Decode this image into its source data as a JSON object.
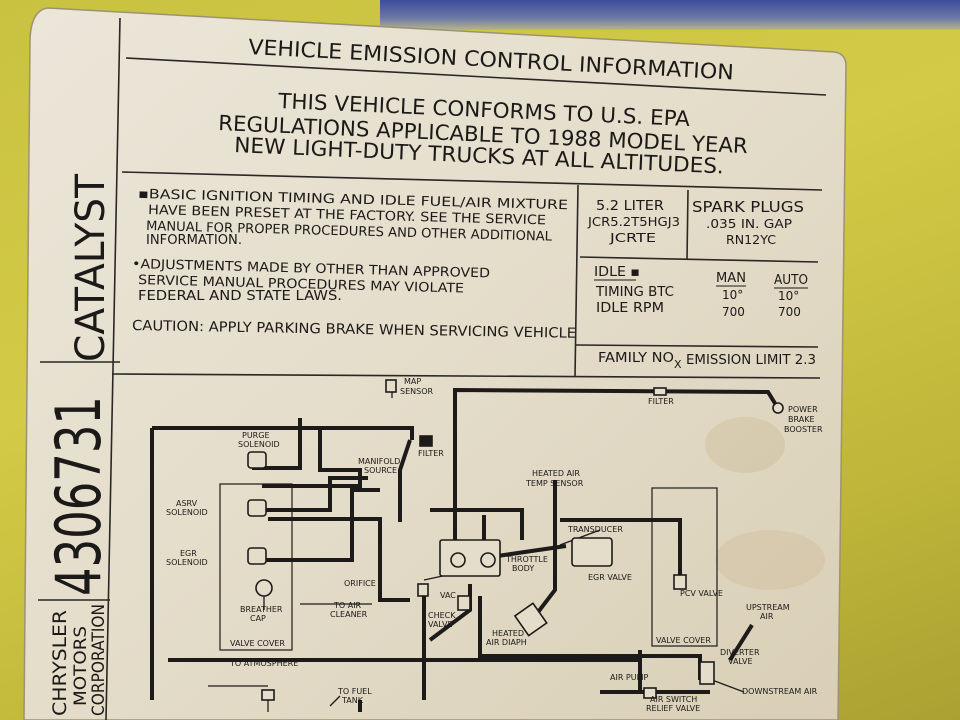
{
  "header": {
    "title": "VEHICLE EMISSION CONTROL INFORMATION",
    "conform_line1": "THIS VEHICLE CONFORMS TO U.S. EPA",
    "conform_line2": "REGULATIONS APPLICABLE TO 1988 MODEL YEAR",
    "conform_line3": "NEW LIGHT-DUTY TRUCKS AT ALL ALTITUDES."
  },
  "side": {
    "catalyst": "CATALYST",
    "part_number": "4306731",
    "maker1": "CHRYSLER",
    "maker2": "MOTORS",
    "maker3": "CORPORATION"
  },
  "notes": {
    "n1_l1": "▪BASIC IGNITION TIMING AND IDLE FUEL/AIR MIXTURE",
    "n1_l2": "HAVE BEEN PRESET AT THE FACTORY. SEE THE SERVICE",
    "n1_l3": "MANUAL FOR PROPER PROCEDURES AND OTHER ADDITIONAL",
    "n1_l4": "INFORMATION.",
    "n2_l1": "•ADJUSTMENTS MADE BY OTHER THAN APPROVED",
    "n2_l2": "SERVICE MANUAL PROCEDURES MAY VIOLATE",
    "n2_l3": "FEDERAL AND STATE LAWS.",
    "caution": "CAUTION: APPLY PARKING BRAKE WHEN SERVICING VEHICLE"
  },
  "engine": {
    "displacement": "5.2 LITER",
    "code1": "JCR5.2T5HGJ3",
    "code2": "JCRTE"
  },
  "spark_plugs": {
    "title": "SPARK PLUGS",
    "gap": ".035 IN. GAP",
    "model": "RN12YC"
  },
  "idle_table": {
    "header": "IDLE ▪",
    "col_man": "MAN",
    "col_auto": "AUTO",
    "rows": [
      {
        "label": "TIMING BTC",
        "man": "10°",
        "auto": "10°"
      },
      {
        "label": "IDLE RPM",
        "man": "700",
        "auto": "700"
      }
    ]
  },
  "family": {
    "label": "FAMILY NO",
    "sub": "X",
    "rest": "EMISSION LIMIT 2.3"
  },
  "diagram": {
    "map_sensor": [
      "MAP",
      "SENSOR"
    ],
    "filter_top": "FILTER",
    "power_brake_booster": [
      "POWER",
      "BRAKE",
      "BOOSTER"
    ],
    "purge_solenoid": [
      "PURGE",
      "SOLENOID"
    ],
    "filter_left": "FILTER",
    "manifold_source": [
      "MANIFOLD",
      "SOURCE"
    ],
    "heated_air_temp_sensor": [
      "HEATED AIR",
      "TEMP SENSOR"
    ],
    "asrv_solenoid": [
      "ASRV",
      "SOLENOID"
    ],
    "transducer": "TRANSDUCER",
    "egr_solenoid": [
      "EGR",
      "SOLENOID"
    ],
    "throttle_body": [
      "THROTTLE",
      "BODY"
    ],
    "egr_valve": "EGR VALVE",
    "orifice": "ORIFICE",
    "breather_cap": [
      "BREATHER",
      "CAP"
    ],
    "to_air_cleaner": [
      "TO AIR",
      "CLEANER"
    ],
    "vac": "VAC",
    "check_valve": [
      "CHECK",
      "VALVE"
    ],
    "pcv_valve": "PCV VALVE",
    "upstream_air": [
      "UPSTREAM",
      "AIR"
    ],
    "heated_air_diaph": [
      "HEATED",
      "AIR DIAPH"
    ],
    "valve_cover_left": "VALVE COVER",
    "valve_cover_right": "VALVE COVER",
    "diverter_valve": [
      "DIVERTER",
      "VALVE"
    ],
    "to_atmosphere": "TO ATMOSPHERE",
    "air_pump": "AIR PUMP",
    "downstream_air": "DOWNSTREAM AIR",
    "to_fuel_tank": [
      "TO FUEL",
      "TANK"
    ],
    "air_switch_relief_valve": [
      "AIR SWITCH",
      "RELIEF VALVE"
    ]
  }
}
